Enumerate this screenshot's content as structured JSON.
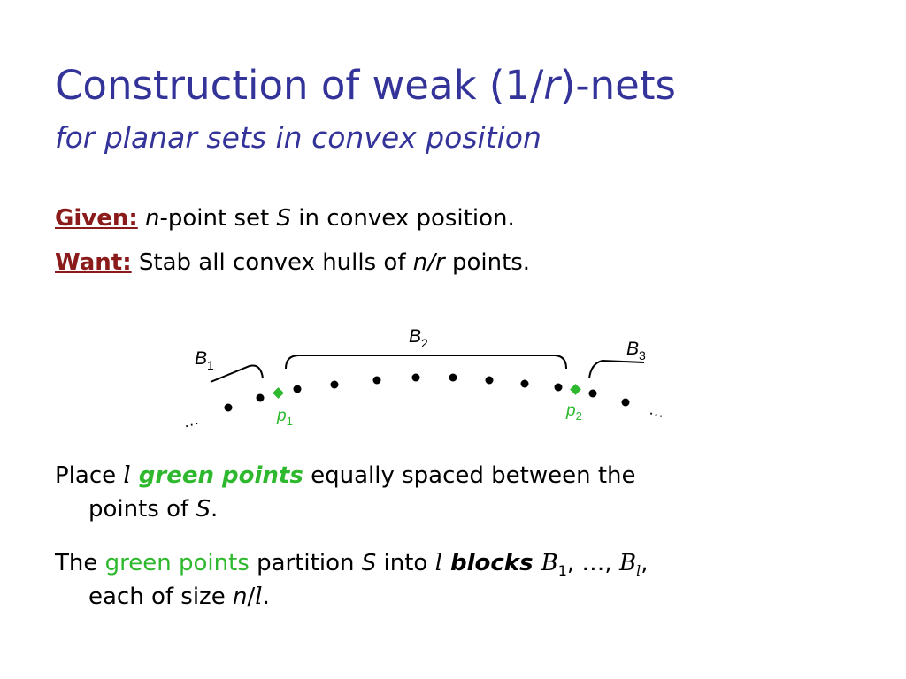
{
  "title": {
    "main_a": "Construction of weak (1/",
    "main_r": "r",
    "main_b": ")-nets",
    "sub": "for planar sets in convex position"
  },
  "given": {
    "label": "Given:",
    "n": "n",
    "text1": "-point set ",
    "S": "S",
    "text2": " in convex position."
  },
  "want": {
    "label": "Want:",
    "text1": " Stab all convex hulls of ",
    "nr": "n/r",
    "text2": " points."
  },
  "figure": {
    "B": "B",
    "b1_sub": "1",
    "b2_sub": "2",
    "b3_sub": "3",
    "p": "p",
    "p1_sub": "1",
    "p2_sub": "2",
    "ellipsis": "…",
    "point_color": "#000000",
    "green_color": "#2db82d"
  },
  "para1": {
    "t1": "Place ",
    "l": "l",
    "green": " green points",
    "t2": " equally spaced between the",
    "t3": "points of ",
    "S": "S",
    "t4": "."
  },
  "para2": {
    "t1": "The ",
    "green": "green points",
    "t2": " partition ",
    "S": "S",
    "t3": " into ",
    "l": "l",
    "blocks": " blocks ",
    "B": "B",
    "sub1": "1",
    "t4": ", …, ",
    "B2": "B",
    "subl": "l",
    "t5": ",",
    "t6": "each of size ",
    "n": "n",
    "slash": "/",
    "l2": "l",
    "t7": "."
  },
  "colors": {
    "title": "#333399",
    "keyword": "#8b1a1a",
    "green": "#2db82d"
  }
}
